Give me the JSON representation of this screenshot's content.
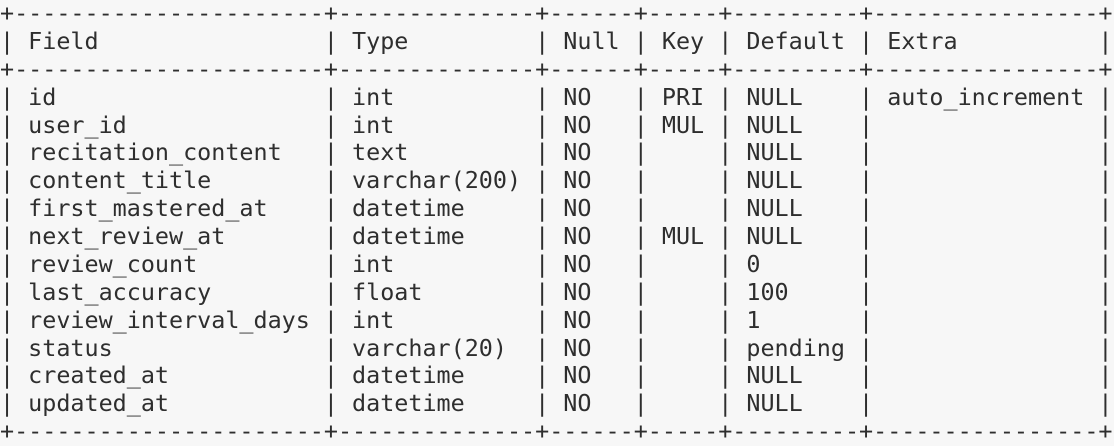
{
  "terminal": {
    "background_color": "#f7f7f7",
    "text_color": "#2e2e2e",
    "describe_table": {
      "columns": [
        "Field",
        "Type",
        "Null",
        "Key",
        "Default",
        "Extra"
      ],
      "rows": [
        [
          "id",
          "int",
          "NO",
          "PRI",
          "NULL",
          "auto_increment"
        ],
        [
          "user_id",
          "int",
          "NO",
          "MUL",
          "NULL",
          ""
        ],
        [
          "recitation_content",
          "text",
          "NO",
          "",
          "NULL",
          ""
        ],
        [
          "content_title",
          "varchar(200)",
          "NO",
          "",
          "NULL",
          ""
        ],
        [
          "first_mastered_at",
          "datetime",
          "NO",
          "",
          "NULL",
          ""
        ],
        [
          "next_review_at",
          "datetime",
          "NO",
          "MUL",
          "NULL",
          ""
        ],
        [
          "review_count",
          "int",
          "NO",
          "",
          "0",
          ""
        ],
        [
          "last_accuracy",
          "float",
          "NO",
          "",
          "100",
          ""
        ],
        [
          "review_interval_days",
          "int",
          "NO",
          "",
          "1",
          ""
        ],
        [
          "status",
          "varchar(20)",
          "NO",
          "",
          "pending",
          ""
        ],
        [
          "created_at",
          "datetime",
          "NO",
          "",
          "NULL",
          ""
        ],
        [
          "updated_at",
          "datetime",
          "NO",
          "",
          "NULL",
          ""
        ]
      ]
    }
  }
}
